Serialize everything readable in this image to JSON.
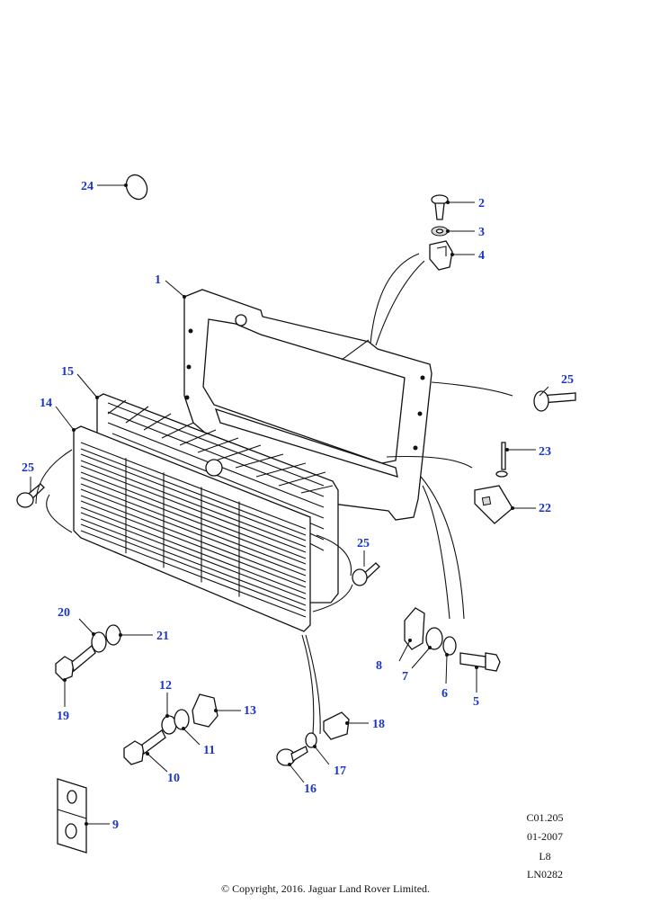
{
  "callouts": [
    {
      "id": "c1",
      "label": "1"
    },
    {
      "id": "c2",
      "label": "2"
    },
    {
      "id": "c3",
      "label": "3"
    },
    {
      "id": "c4",
      "label": "4"
    },
    {
      "id": "c5",
      "label": "5"
    },
    {
      "id": "c6",
      "label": "6"
    },
    {
      "id": "c7",
      "label": "7"
    },
    {
      "id": "c8",
      "label": "8"
    },
    {
      "id": "c9",
      "label": "9"
    },
    {
      "id": "c10",
      "label": "10"
    },
    {
      "id": "c11",
      "label": "11"
    },
    {
      "id": "c12",
      "label": "12"
    },
    {
      "id": "c13",
      "label": "13"
    },
    {
      "id": "c14",
      "label": "14"
    },
    {
      "id": "c15",
      "label": "15"
    },
    {
      "id": "c16",
      "label": "16"
    },
    {
      "id": "c17",
      "label": "17"
    },
    {
      "id": "c18",
      "label": "18"
    },
    {
      "id": "c19",
      "label": "19"
    },
    {
      "id": "c20",
      "label": "20"
    },
    {
      "id": "c21",
      "label": "21"
    },
    {
      "id": "c22",
      "label": "22"
    },
    {
      "id": "c23",
      "label": "23"
    },
    {
      "id": "c24",
      "label": "24"
    },
    {
      "id": "c25a",
      "label": "25"
    },
    {
      "id": "c25b",
      "label": "25"
    },
    {
      "id": "c25c",
      "label": "25"
    }
  ],
  "meta": {
    "ref": "C01.205",
    "date": "01-2007",
    "model": "L8",
    "ln": "LN0282"
  },
  "copyright": "© Copyright, 2016. Jaguar Land Rover Limited.",
  "colors": {
    "callout": "#1a35c8",
    "line": "#111111"
  }
}
